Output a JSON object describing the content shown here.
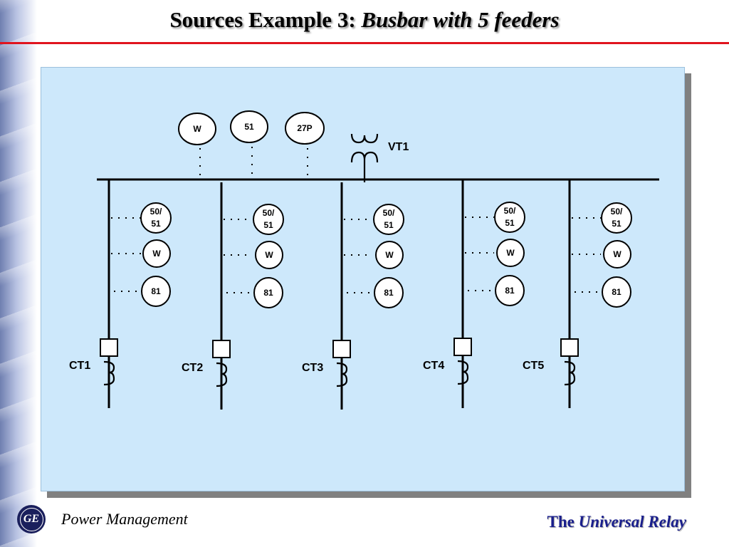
{
  "title": {
    "main": "Sources Example 3:",
    "sub": "Busbar with 5 feeders"
  },
  "footer": {
    "logo": "GE",
    "left": "Power Management",
    "right_prefix": "The",
    "right_italic": "Universal Relay"
  },
  "colors": {
    "accent_red": "#e0141e",
    "panel_bg": "#cde8fb",
    "footer_blue": "#1a1f8c"
  },
  "top_relays": [
    {
      "label": "W"
    },
    {
      "label": "51"
    },
    {
      "label": "27P"
    }
  ],
  "vt": {
    "label": "VT1"
  },
  "feeders": [
    {
      "relay1_line1": "50/",
      "relay1_line2": "51",
      "relay2": "W",
      "relay3": "81",
      "ct": "CT1"
    },
    {
      "relay1_line1": "50/",
      "relay1_line2": "51",
      "relay2": "W",
      "relay3": "81",
      "ct": "CT2"
    },
    {
      "relay1_line1": "50/",
      "relay1_line2": "51",
      "relay2": "W",
      "relay3": "81",
      "ct": "CT3"
    },
    {
      "relay1_line1": "50/",
      "relay1_line2": "51",
      "relay2": "W",
      "relay3": "81",
      "ct": "CT4"
    },
    {
      "relay1_line1": "50/",
      "relay1_line2": "51",
      "relay2": "W",
      "relay3": "81",
      "ct": "CT5"
    }
  ]
}
